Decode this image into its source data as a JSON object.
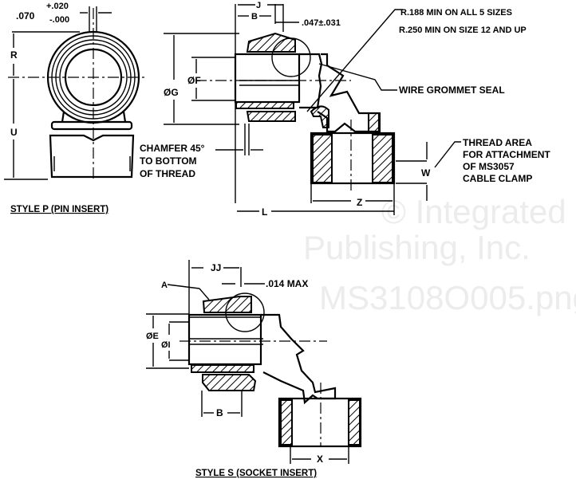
{
  "watermark": [
    "© Integrated",
    "Publishing, Inc.",
    "MS3108O005.png"
  ],
  "style_p": {
    "caption": "STYLE P (PIN INSERT)",
    "tol_nominal": ".070",
    "tol_plus": "+.020",
    "tol_minus": "-.000",
    "dim_r": "R",
    "dim_u": "U",
    "chamfer_note": [
      "CHAMFER 45°",
      "TO BOTTOM",
      "OF THREAD"
    ],
    "dim_j": "J",
    "dim_b": "B",
    "dim_047": ".047±.031",
    "dim_g": "ØG",
    "dim_f": "ØF",
    "radius_note": [
      "R.188 MIN ON ALL 5 SIZES",
      "R.250 MIN  ON SIZE 12 AND UP"
    ],
    "grommet_note": "WIRE GROMMET SEAL",
    "thread_note": [
      "THREAD AREA",
      "FOR ATTACHMENT",
      "OF MS3057",
      "CABLE CLAMP"
    ],
    "dim_w": "W",
    "dim_z": "Z",
    "dim_l": "L"
  },
  "style_s": {
    "caption": "STYLE S (SOCKET INSERT)",
    "dim_jj": "JJ",
    "dim_a": "A",
    "dim_014": ".014 MAX",
    "dim_e": "ØE",
    "dim_i": "ØI",
    "dim_b": "B",
    "dim_x": "X"
  }
}
